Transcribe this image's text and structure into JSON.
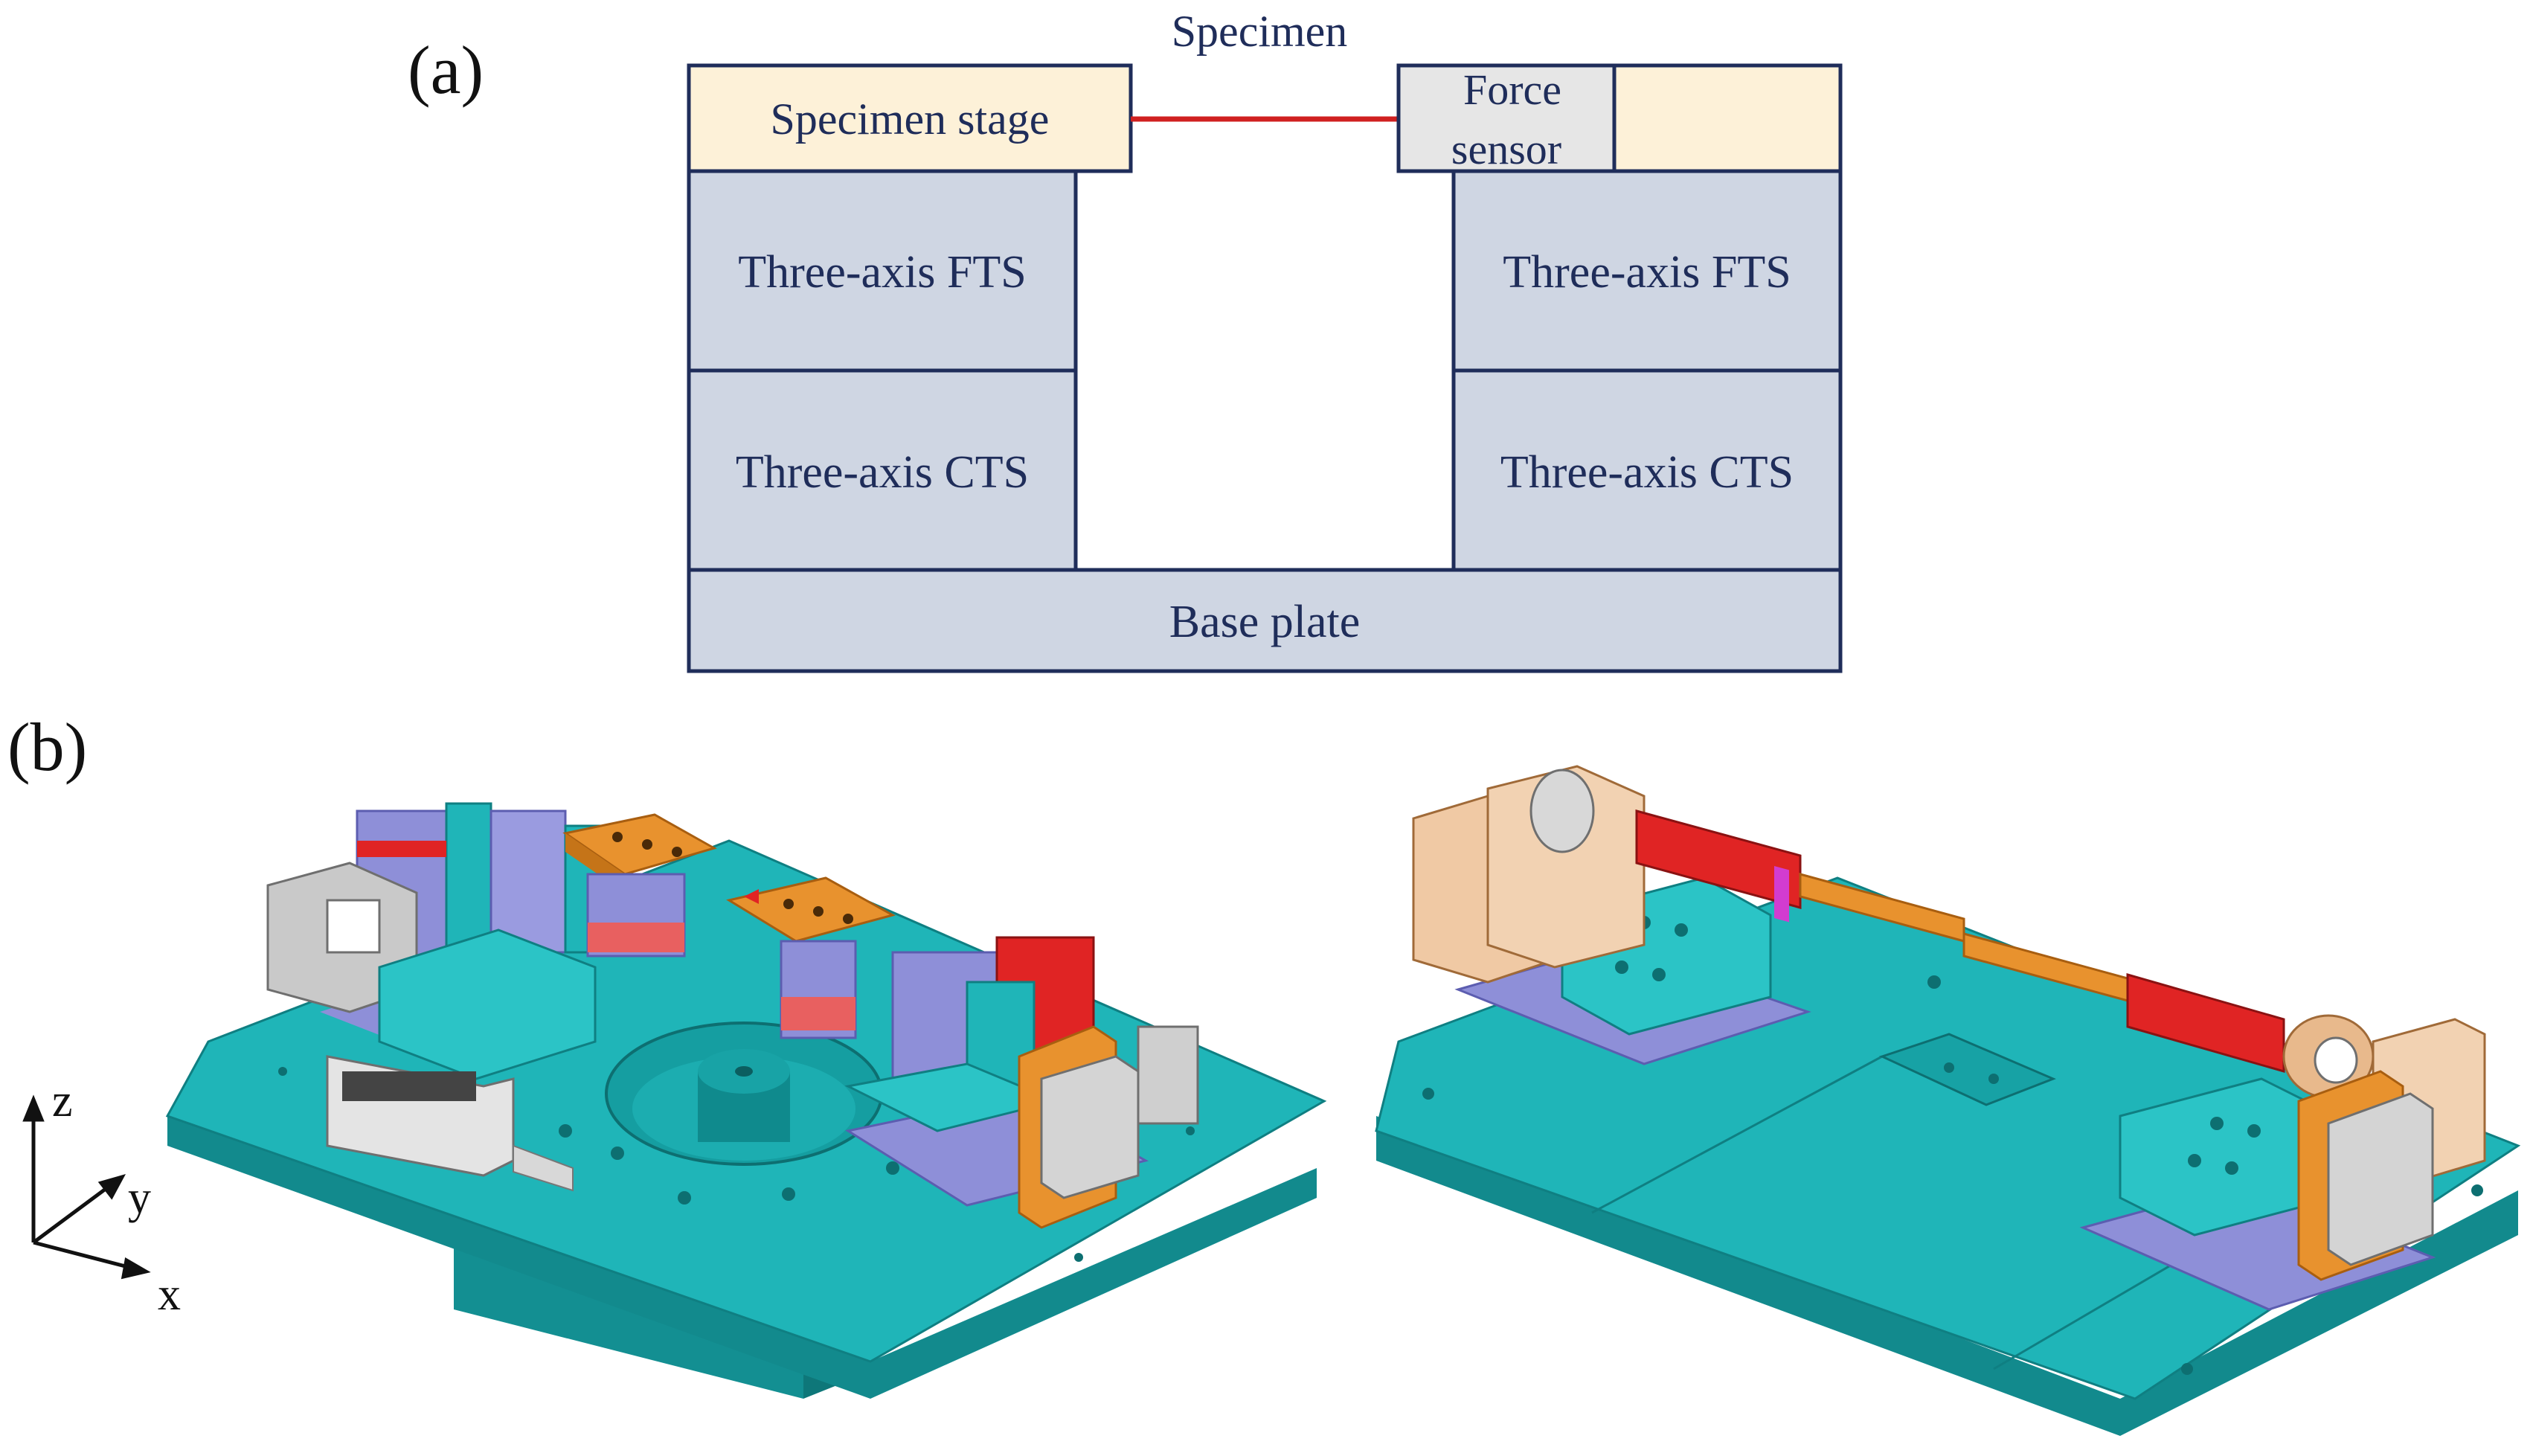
{
  "figure": {
    "panel_a_label": "(a)",
    "panel_b_label": "(b)"
  },
  "diagram": {
    "specimen_label": "Specimen",
    "left_stage": "Specimen stage",
    "force_sensor_line1": "Force",
    "force_sensor_line2": "sensor",
    "left_fts": "Three-axis FTS",
    "right_fts": "Three-axis FTS",
    "left_cts": "Three-axis CTS",
    "right_cts": "Three-axis CTS",
    "base_plate": "Base plate"
  },
  "axes": {
    "z": "z",
    "y": "y",
    "x": "x"
  },
  "colors": {
    "stage_fill": "#fdf1d8",
    "sensor_fill": "#e6e6e6",
    "block_fill": "#cfd6e3",
    "border": "#1f2d5a",
    "specimen_line": "#d02020",
    "machine_teal": "#1fb5b8",
    "machine_orange": "#e8922e",
    "machine_purple": "#8e8fd8",
    "machine_red": "#e02424"
  }
}
